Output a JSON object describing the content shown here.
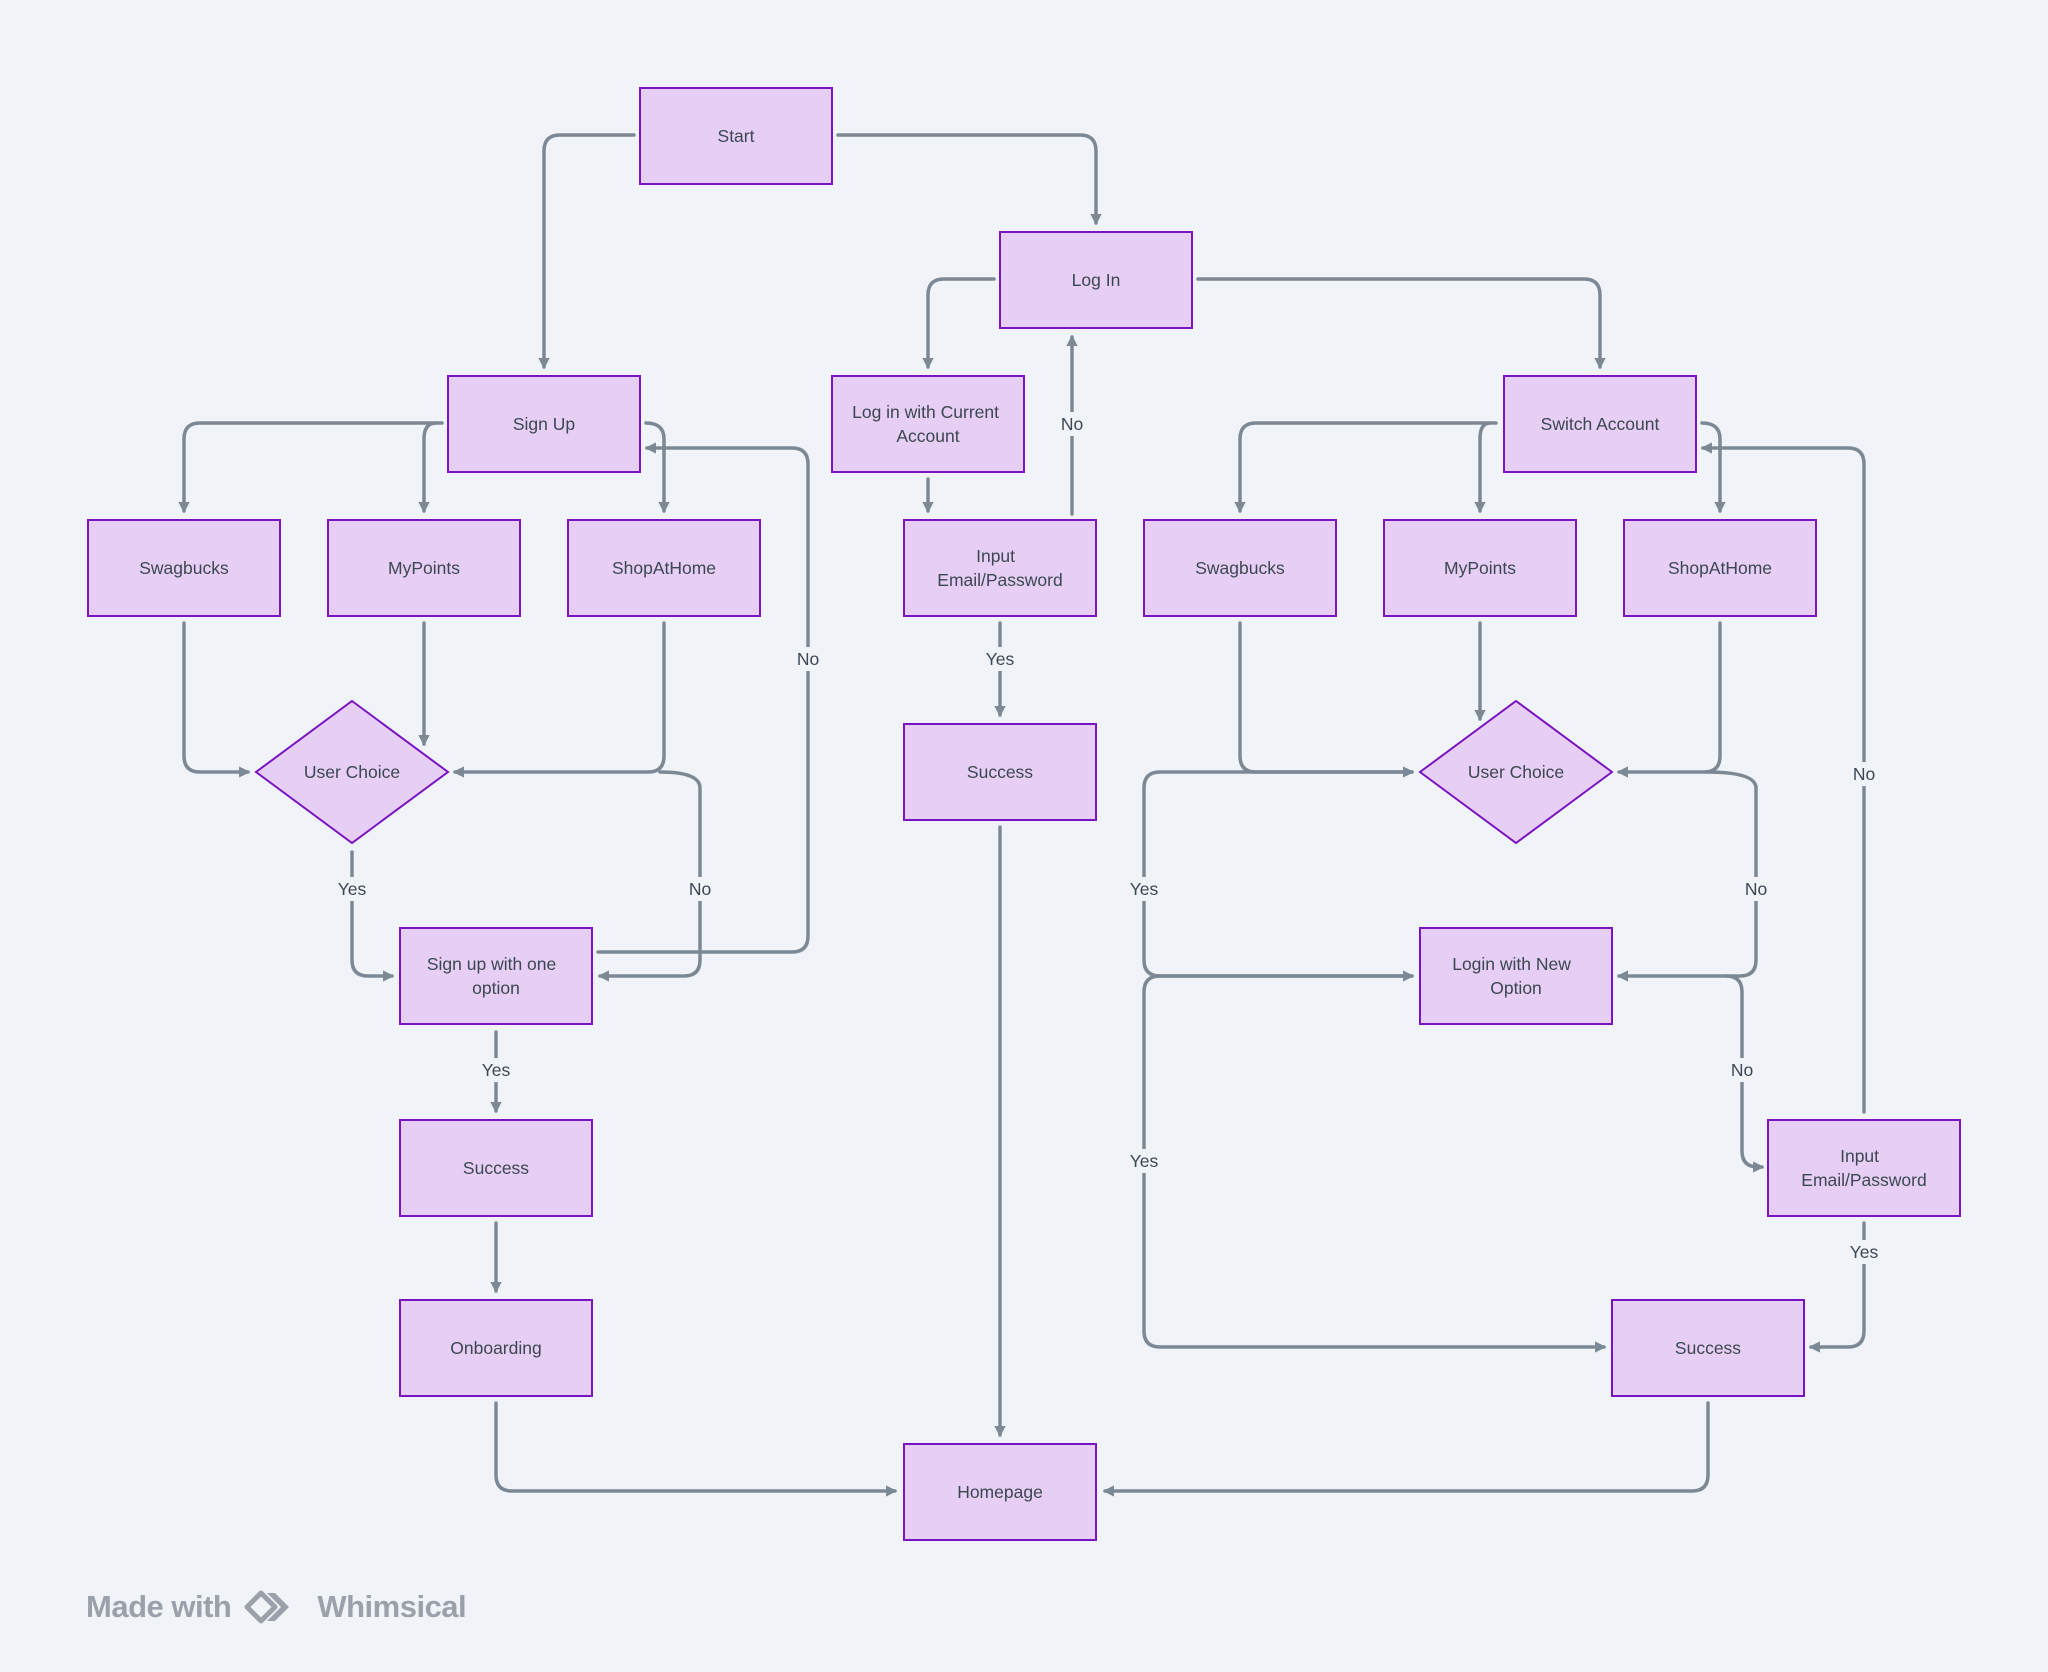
{
  "nodes": {
    "start": "Start",
    "log_in": "Log In",
    "sign_up": "Sign Up",
    "log_in_current": [
      "Log in with Current",
      "Account"
    ],
    "switch_account": "Switch Account",
    "swagbucks_left": "Swagbucks",
    "mypoints_left": "MyPoints",
    "shopathome_left": "ShopAtHome",
    "input_email_center": [
      "Input",
      "Email/Password"
    ],
    "swagbucks_right": "Swagbucks",
    "mypoints_right": "MyPoints",
    "shopathome_right": "ShopAtHome",
    "user_choice_left": "User Choice",
    "success_center": "Success",
    "user_choice_right": "User Choice",
    "sign_up_one_option": [
      "Sign up with one",
      "option"
    ],
    "login_new_option": [
      "Login with New",
      "Option"
    ],
    "success_left": "Success",
    "input_email_right": [
      "Input",
      "Email/Password"
    ],
    "onboarding": "Onboarding",
    "success_right": "Success",
    "homepage": "Homepage"
  },
  "edge_labels": {
    "yes": "Yes",
    "no": "No"
  },
  "branding": {
    "made_with": "Made with",
    "name": "Whimsical"
  },
  "colors": {
    "node_fill": "#e6cef4",
    "node_border": "#7a14c2",
    "edge": "#7d8895",
    "background": "#f0f4f8"
  }
}
